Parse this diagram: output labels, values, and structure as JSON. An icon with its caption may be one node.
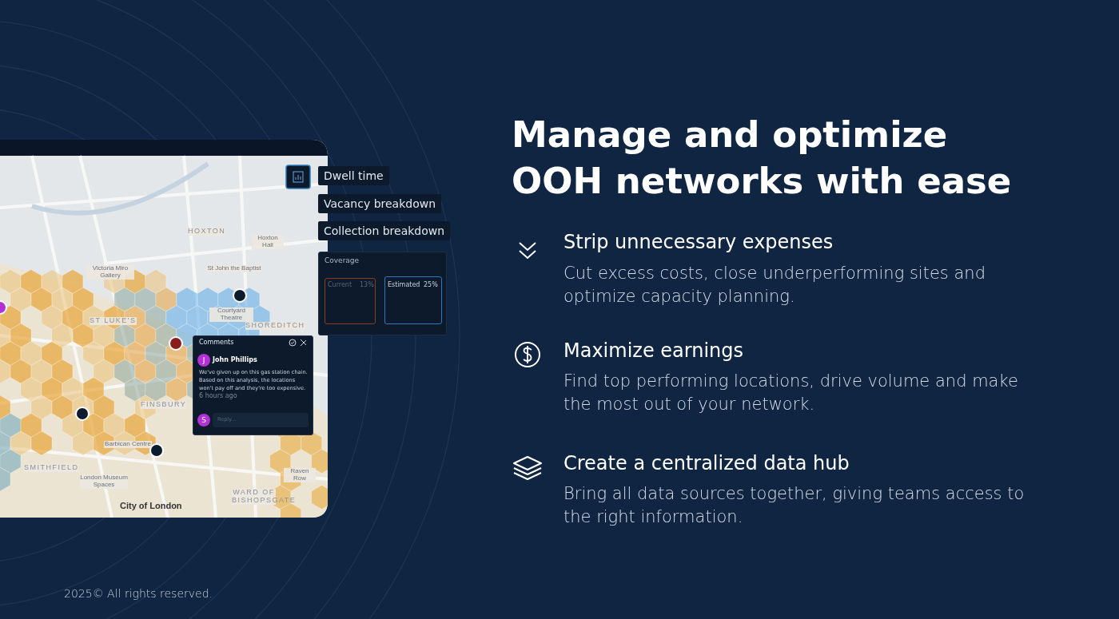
{
  "diagram": {
    "title": "Manage and optimize OOH networks with ease",
    "labels": [
      "Dwell time",
      "Vacancy breakdown",
      "Collection breakdown",
      "Coverage",
      "Current",
      "13%",
      "Estimated",
      "25%",
      "Comments",
      "J",
      "John Phillips",
      "We've given up on this gas station chain. Based on this analysis, the locations won't pay off and they're too expensive.",
      "6 hours ago",
      "S",
      "Reply...",
      "HOXTON",
      "Hoxton Hall",
      "Victoria Miro Gallery",
      "St John the Baptist",
      "Courtyard Theatre",
      "ST LUKE'S",
      "SHOREDITCH",
      "FINSBURY",
      "Barbican Centre",
      "SMITHFIELD",
      "London Museum Spaces",
      "City of London",
      "WARD OF BISHOPSGATE",
      "Raven Row",
      "Strip unnecessary expenses",
      "Cut excess costs, close underperforming sites and optimize capacity planning.",
      "Maximize earnings",
      "Find top performing locations, drive volume and make the most out of your network.",
      "Create a centralized data hub",
      "Bring all data sources together, giving teams access to the right information.",
      "2025© All rights reserved."
    ]
  }
}
